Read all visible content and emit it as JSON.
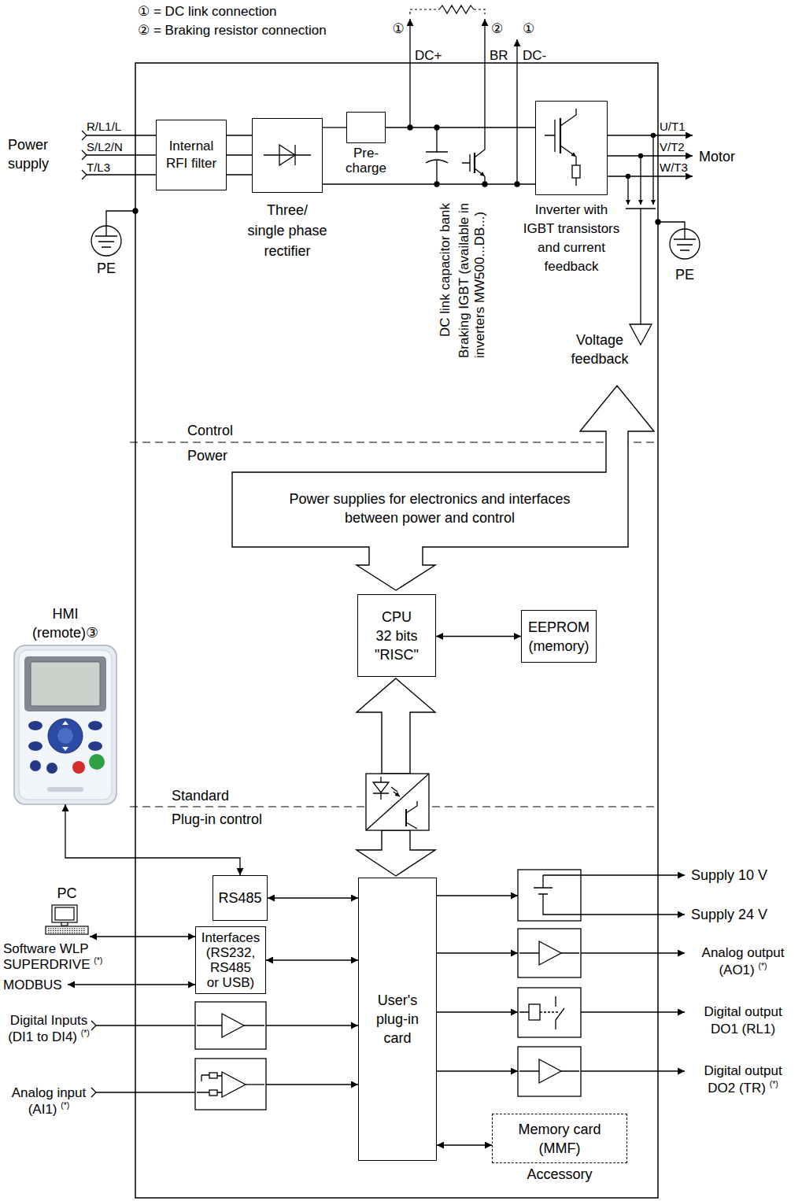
{
  "diagram": {
    "nodes": [
      {
        "text": [
          "Internal RFI filter"
        ]
      },
      {
        "text": [
          "Three/ single phase rectifier"
        ]
      },
      {
        "text": [
          "Pre- charge"
        ]
      },
      {
        "text": [
          "Inverter with IGBT transistors and current feedback"
        ]
      },
      {
        "text": [
          "CPU 32 bits \"RISC\""
        ]
      },
      {
        "text": [
          "EEPROM (memory)"
        ]
      },
      {
        "text": [
          "HMI (remote)③"
        ]
      },
      {
        "text": [
          "PC"
        ]
      },
      {
        "text": [
          "RS485"
        ]
      },
      {
        "text": [
          "Interfaces (RS232, RS485 or USB)"
        ]
      },
      {
        "text": [
          "User's plug-in card"
        ]
      },
      {
        "text": [
          "Memory card (MMF)",
          "Accessory"
        ]
      }
    ],
    "edges": [
      {
        "from": 0,
        "to": 1,
        "arrow": "none"
      },
      {
        "from": 1,
        "to": 2,
        "arrow": "none"
      },
      {
        "from": 2,
        "to": 3,
        "arrow": "none"
      },
      {
        "from": 1,
        "to": 3,
        "arrow": "none"
      },
      {
        "from": 4,
        "to": 5,
        "arrow": "both"
      },
      {
        "from": 6,
        "to": 8,
        "arrow": "both"
      },
      {
        "from": 7,
        "to": 9,
        "arrow": "both"
      },
      {
        "from": 8,
        "to": 10,
        "arrow": "both"
      },
      {
        "from": 9,
        "to": 10,
        "arrow": "both"
      },
      {
        "from": 10,
        "to": 11,
        "arrow": "both"
      }
    ],
    "labels": [
      "① = DC link connection",
      "② = Braking resistor connection",
      "①",
      "②",
      "①",
      "DC+",
      "BR",
      "DC-",
      "Power supply",
      "R/L1/L",
      "S/L2/N",
      "T/L3",
      "U/T1",
      "V/T2",
      "W/T3",
      "Motor",
      "PE",
      "DC link capacitor bank",
      "Braking IGBT (available in inverters MW500...DB...)",
      "PE",
      "Voltage feedback",
      "Control",
      "Power",
      "Power supplies for electronics and interfaces between power and control",
      "Standard",
      "Plug-in control",
      "Software WLP SUPERDRIVE (*)",
      "MODBUS",
      "Digital Inputs (DI1 to DI4) (*)",
      "Analog input (AI1) (*)",
      "Supply 10 V",
      "Supply 24 V",
      "Analog output (AO1) (*)",
      "Digital output DO1 (RL1)",
      "Digital output DO2 (TR) (*)"
    ]
  }
}
